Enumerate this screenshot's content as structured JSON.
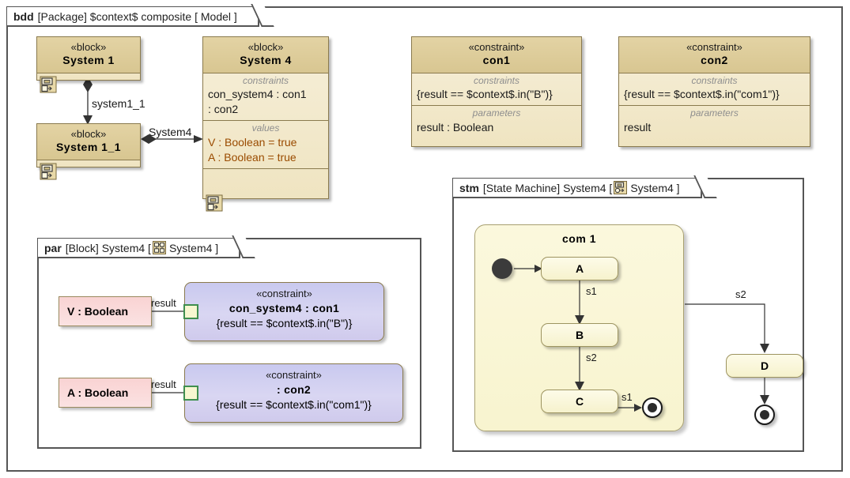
{
  "diagram": {
    "outer_frame": {
      "kind": "bdd",
      "rest": "[Package] $context$ composite [ Model ]"
    },
    "blocks": [
      {
        "id": "system1",
        "stereotype": "«block»",
        "name": "System 1",
        "icon": "block-badge-icon"
      },
      {
        "id": "system1_1",
        "stereotype": "«block»",
        "name": "System 1_1",
        "icon": "block-badge-icon"
      },
      {
        "id": "system4",
        "stereotype": "«block»",
        "name": "System 4",
        "icon": "block-badge-icon",
        "compartments": [
          {
            "title": "constraints",
            "lines": [
              "con_system4 : con1",
              ": con2"
            ]
          },
          {
            "title": "values",
            "lines": [
              "V : Boolean = true",
              "A : Boolean = true"
            ]
          }
        ]
      },
      {
        "id": "con1",
        "stereotype": "«constraint»",
        "name": "con1",
        "compartments": [
          {
            "title": "constraints",
            "lines": [
              "{result == $context$.in(\"B\")}"
            ]
          },
          {
            "title": "parameters",
            "lines": [
              "result : Boolean"
            ]
          }
        ]
      },
      {
        "id": "con2",
        "stereotype": "«constraint»",
        "name": "con2",
        "compartments": [
          {
            "title": "constraints",
            "lines": [
              "{result == $context$.in(\"com1\")}"
            ]
          },
          {
            "title": "parameters",
            "lines": [
              "result"
            ]
          }
        ]
      }
    ],
    "associations": [
      {
        "id": "assoc-system1-1",
        "label": "system1_1"
      },
      {
        "id": "assoc-system4",
        "label": "System4"
      }
    ]
  },
  "par_diagram": {
    "frame": {
      "kind": "par",
      "rest_before_icon": "[Block] System4 [",
      "icon": "block-definition-icon",
      "rest_after_icon": "System4 ]"
    },
    "properties": [
      {
        "id": "prop-v",
        "label": "V : Boolean",
        "pin_label": "result"
      },
      {
        "id": "prop-a",
        "label": "A : Boolean",
        "pin_label": "result"
      }
    ],
    "constraint_usages": [
      {
        "id": "usage-con-system4",
        "stereotype": "«constraint»",
        "name": "con_system4 : con1",
        "expression": "{result == $context$.in(\"B\")}"
      },
      {
        "id": "usage-con2",
        "stereotype": "«constraint»",
        "name": ": con2",
        "expression": "{result == $context$.in(\"com1\")}"
      }
    ]
  },
  "stm_diagram": {
    "frame": {
      "kind": "stm",
      "rest_before_icon": "[State Machine] System4 [",
      "icon": "state-machine-icon",
      "rest_after_icon": "System4 ]"
    },
    "region": {
      "id": "region-com1",
      "title": "com 1"
    },
    "states": [
      {
        "id": "state-a",
        "label": "A"
      },
      {
        "id": "state-b",
        "label": "B"
      },
      {
        "id": "state-c",
        "label": "C"
      },
      {
        "id": "state-d",
        "label": "D"
      }
    ],
    "pseudostates": [
      {
        "id": "initial-node",
        "kind": "initial"
      },
      {
        "id": "final-node-inner",
        "kind": "final"
      },
      {
        "id": "final-node-outer",
        "kind": "final"
      }
    ],
    "transitions": [
      {
        "id": "t-a-b",
        "label": "s1"
      },
      {
        "id": "t-b-c",
        "label": "s2"
      },
      {
        "id": "t-c-final",
        "label": "s1"
      },
      {
        "id": "t-region-d",
        "label": "s2"
      }
    ]
  },
  "colors": {
    "block_fill": "#efe4c1",
    "block_header": "#d8c691",
    "block_stroke": "#8a7a4e",
    "constraint_usage_fill": "#d2cfef",
    "property_fill": "#f9d3d3",
    "state_fill": "#f8f4cf",
    "region_fill": "#fbf8dd",
    "pin_stroke": "#3f8f4f",
    "value_literal": "#9a4b00",
    "compartment_title": "#8e8e8e",
    "frame_stroke": "#555555"
  }
}
